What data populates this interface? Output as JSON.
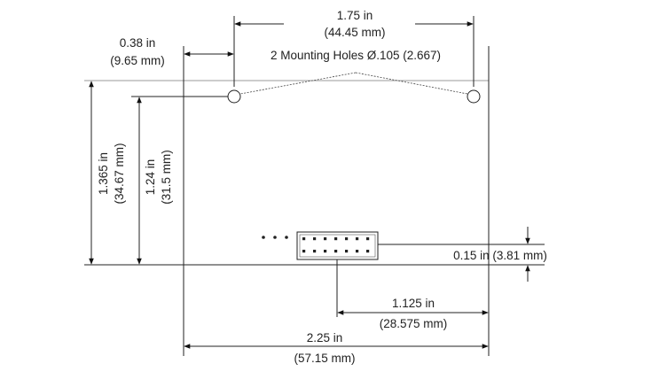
{
  "diagram": {
    "labels": {
      "holes_spacing_in": "1.75 in",
      "holes_spacing_mm": "(44.45 mm)",
      "holes_offset_in": "0.38 in",
      "holes_offset_mm": "(9.65 mm)",
      "mounting_holes": "2 Mounting Holes Ø.105 (2.667)",
      "height_total_in": "1.365 in",
      "height_total_mm": "(34.67 mm)",
      "height_holes_in": "1.24 in",
      "height_holes_mm": "(31.5 mm)",
      "connector_offset": "0.15 in (3.81 mm)",
      "connector_from_right_in": "1.125 in",
      "connector_from_right_mm": "(28.575 mm)",
      "width_total_in": "2.25 in",
      "width_total_mm": "(57.15 mm)"
    },
    "colors": {
      "line": "#222222",
      "board_edge": "#9a9a9a",
      "text": "#222222"
    }
  }
}
